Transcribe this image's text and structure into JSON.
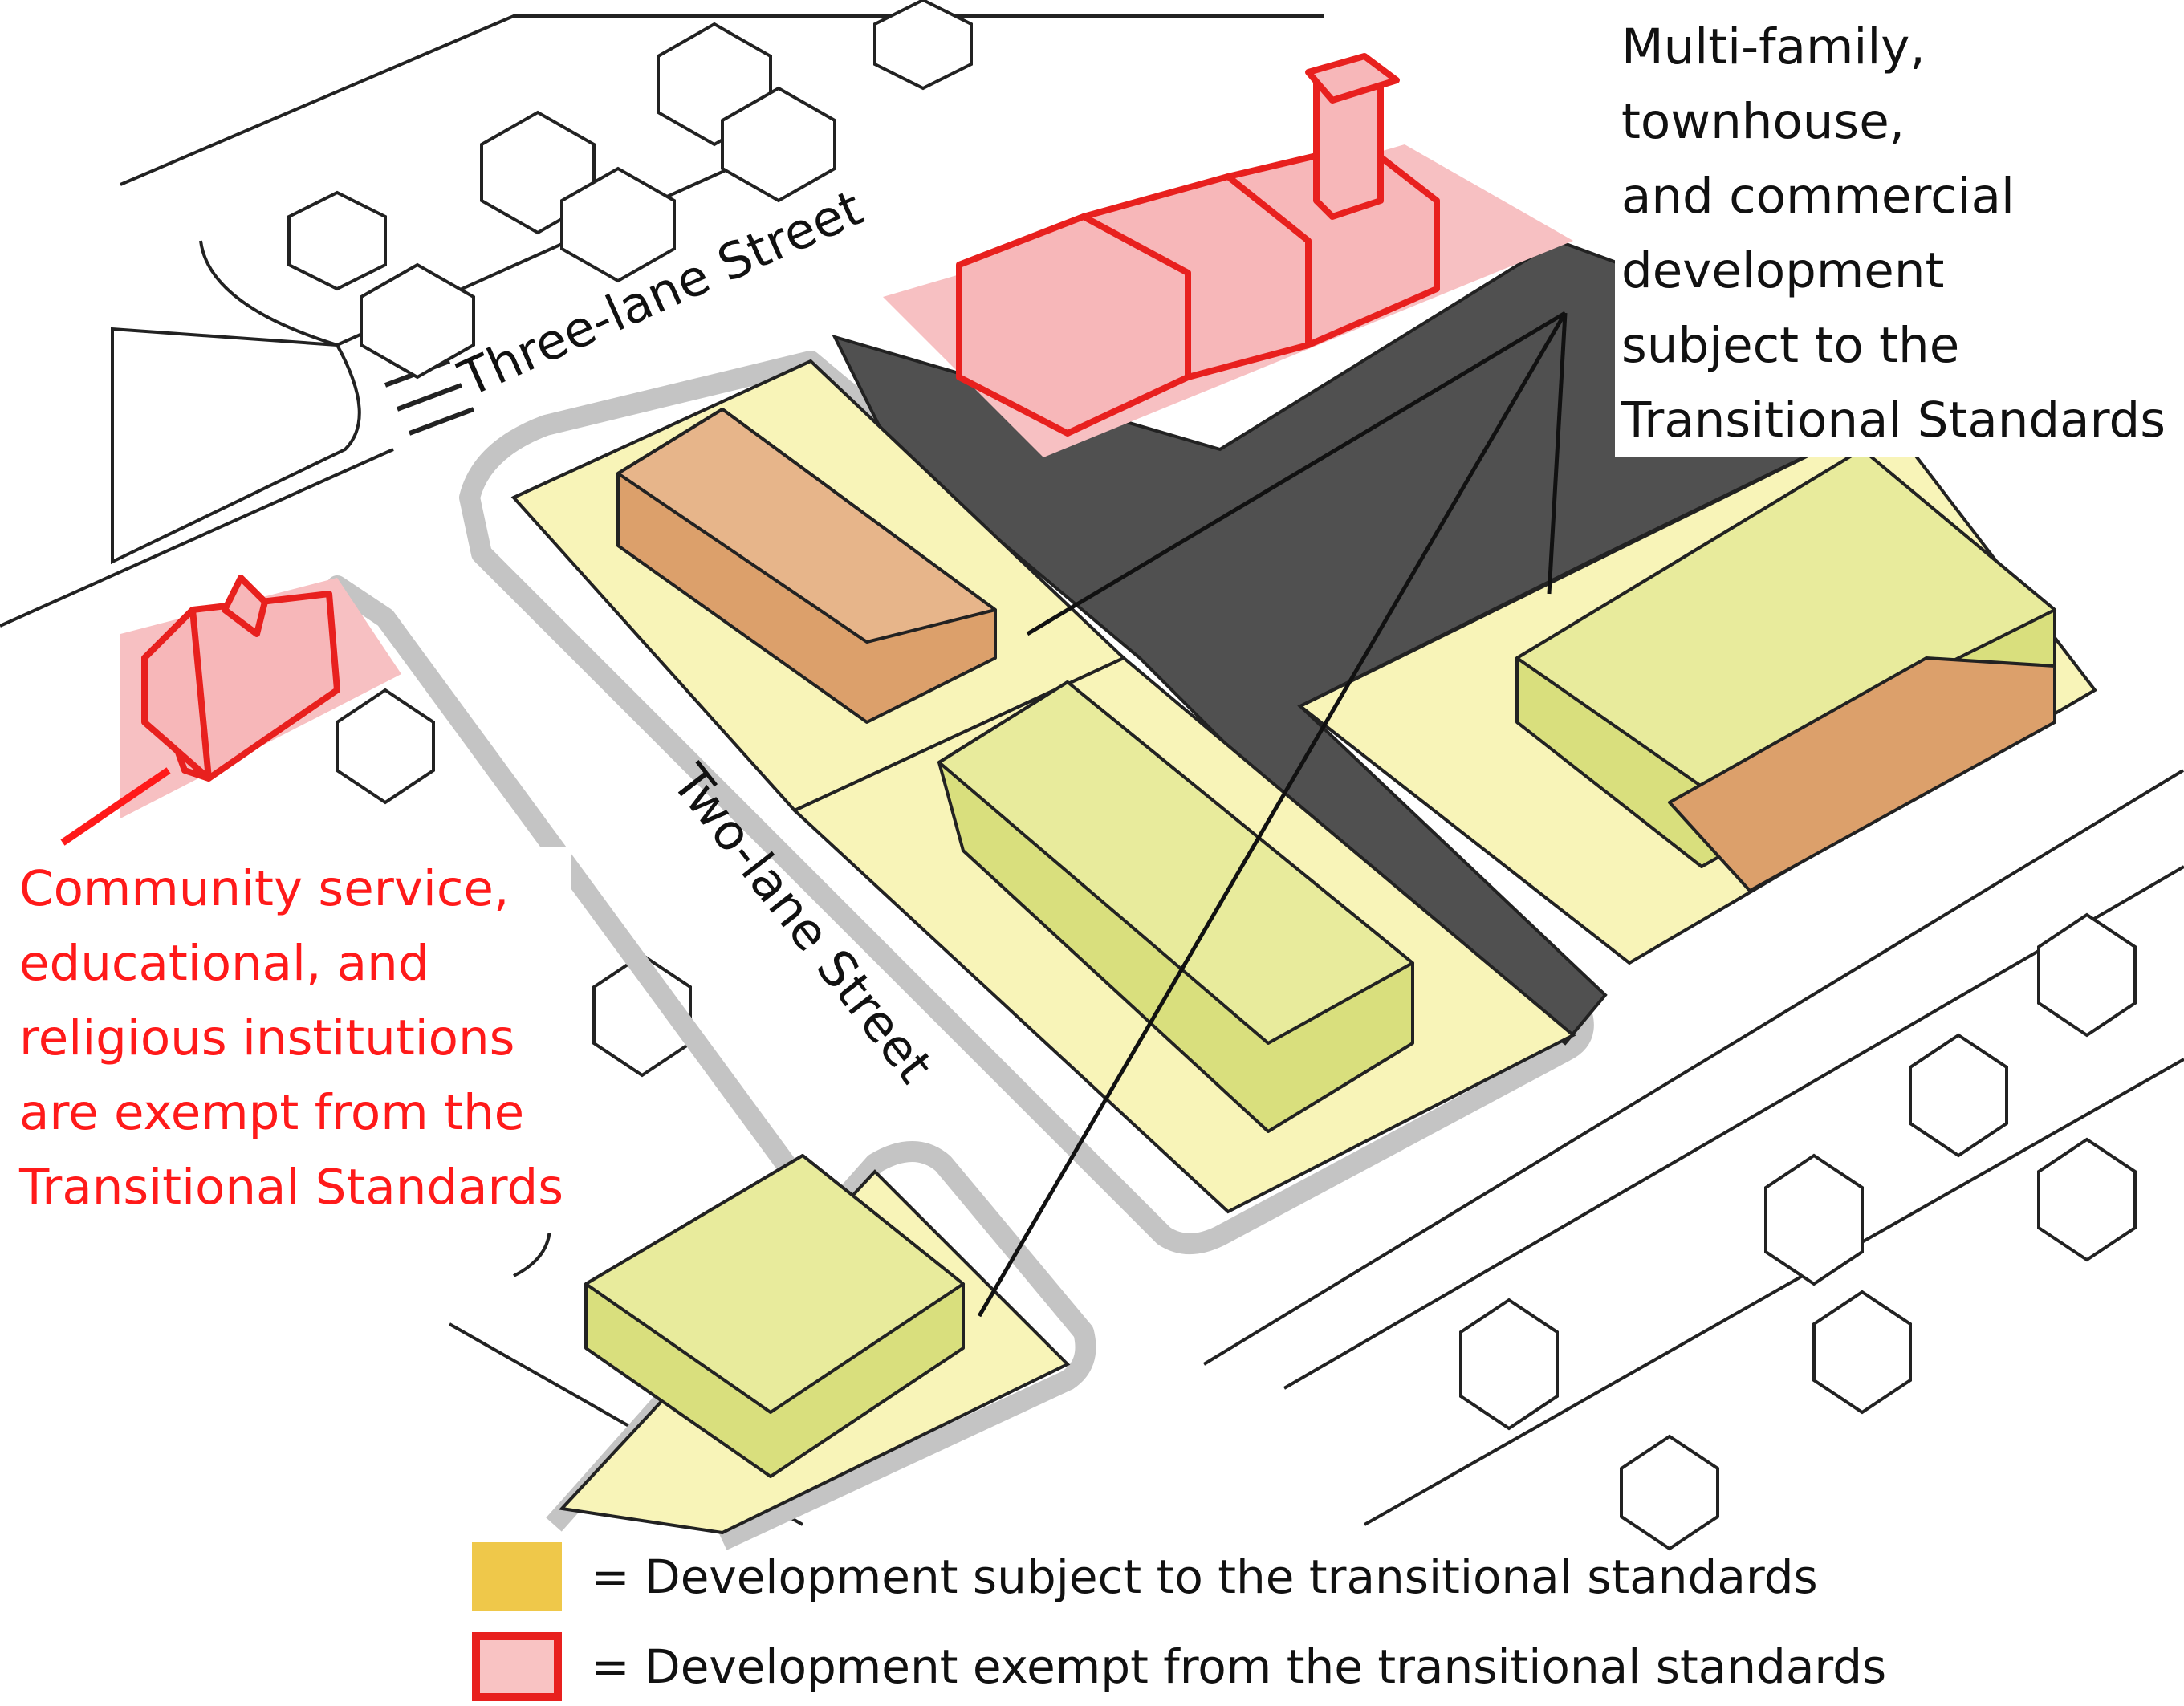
{
  "streets": {
    "three_lane": "Three-lane Street",
    "two_lane": "Two-lane Street"
  },
  "callouts": {
    "subject": [
      "Multi-family,",
      "townhouse,",
      "and commercial",
      "development",
      "subject to the",
      "Transitional Standards"
    ],
    "exempt": [
      "Community service,",
      "educational, and",
      "religious institutions",
      "are exempt from the",
      "Transitional Standards"
    ]
  },
  "legend": {
    "subject": "= Development subject to the transitional standards",
    "exempt": "= Development exempt from the transitional standards"
  },
  "colors": {
    "subject_lot": "#f8f4b8",
    "subject_building": "#d9df7d",
    "subject_building_alt": "#dca06b",
    "exempt_fill": "#f7b7b9",
    "exempt_outline": "#e8201e",
    "parking": "#505050",
    "street_curb": "#c9c9c9",
    "callout_exempt_text": "#ff1a1a",
    "legend_subject_swatch": "#efc84a"
  }
}
